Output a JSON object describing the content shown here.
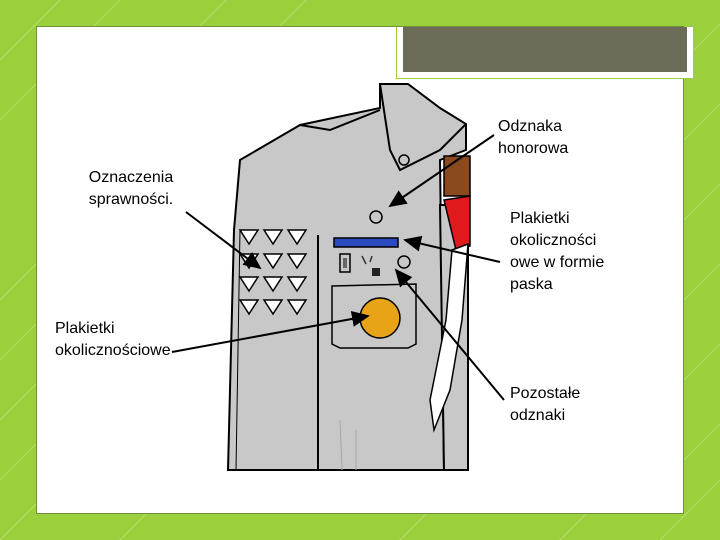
{
  "colors": {
    "background": "#9ccf3c",
    "slide": "#ffffff",
    "title_bar": "#6b6b58",
    "uniform": "#c8c8c8",
    "belt": "#2a4bc0",
    "badge": "#e8a317",
    "red_band": "#e0191d",
    "brown_band": "#8a4a1e"
  },
  "labels": {
    "oznaczenia": "Oznaczenia\nsprawności.",
    "odznaka_honorowa": "Odznaka\nhonorowa",
    "plakietki_paska": "Plakietki\nokoliczności\nowe w formie\npaska",
    "plakietki_okolicznosciowe": "Plakietki\nokolicznościowe",
    "pozostale_odznaki": "Pozostałe\nodznaki"
  },
  "icons": {
    "uniform": "uniform-shirt-icon",
    "skill_marks": "triangle-grid-icon",
    "badge": "round-badge-icon"
  }
}
